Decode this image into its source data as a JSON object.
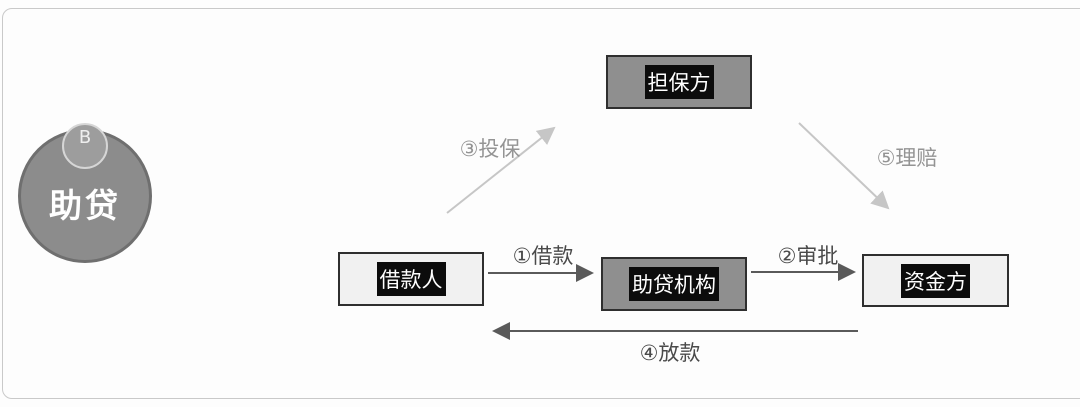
{
  "badge": {
    "letter": "B",
    "label": "助贷"
  },
  "nodes": {
    "guarantor": {
      "label": "担保方"
    },
    "borrower": {
      "label": "借款人"
    },
    "agency": {
      "label": "助贷机构"
    },
    "funder": {
      "label": "资金方"
    }
  },
  "flows": {
    "borrow": {
      "label": "①借款"
    },
    "approve": {
      "label": "②审批"
    },
    "insure": {
      "label": "③投保"
    },
    "disburse": {
      "label": "④放款"
    },
    "claim": {
      "label": "⑤理赔"
    }
  },
  "colors": {
    "node_border": "#2f2f2f",
    "node_gray_fill": "#8f8f8f",
    "node_light_fill": "#f1f1f1",
    "label_highlight": "#0c0c0c",
    "arrow_dark": "#5a5a5a",
    "arrow_light": "#c6c6c6",
    "badge_fill": "#8c8c8c"
  }
}
